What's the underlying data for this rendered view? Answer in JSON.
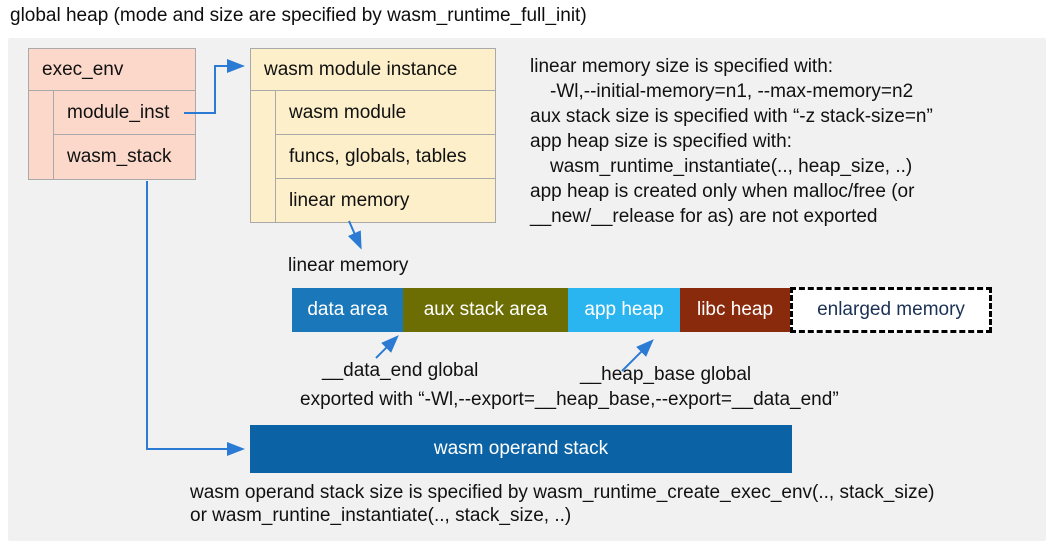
{
  "title": "global heap (mode and size are specified by wasm_runtime_full_init)",
  "colors": {
    "canvas_bg": "#f1f1f1",
    "exec_env_fill": "#fbd8ca",
    "module_instance_fill": "#fcefc9",
    "arrow_blue": "#2b7bd4",
    "data_area": "#1a78ba",
    "aux_stack_area": "#6c6e04",
    "app_heap": "#2bb5f0",
    "libc_heap": "#8a2a0c",
    "enlarged_memory_bg": "#ffffff",
    "enlarged_memory_text": "#1b3156",
    "operand_stack": "#0b63a5"
  },
  "exec_env": {
    "title": "exec_env",
    "fields": [
      "module_inst",
      "wasm_stack"
    ]
  },
  "module_instance": {
    "title": "wasm module instance",
    "fields": [
      "wasm module",
      "funcs, globals, tables",
      "linear memory"
    ]
  },
  "notes_right": [
    "linear memory size is specified with:",
    "-Wl,--initial-memory=n1, --max-memory=n2",
    "aux stack size is specified with “-z stack-size=n”",
    "app heap size is specified with:",
    "wasm_runtime_instantiate(.., heap_size, ..)",
    "app heap is created only when malloc/free (or",
    "__new/__release for as) are not exported"
  ],
  "linear_memory": {
    "label": "linear memory",
    "segments": [
      {
        "label": "data area"
      },
      {
        "label": "aux stack area"
      },
      {
        "label": "app heap"
      },
      {
        "label": "libc heap"
      },
      {
        "label": "enlarged memory"
      }
    ]
  },
  "annotations": {
    "data_end": "__data_end global",
    "heap_base": "__heap_base global",
    "exported": "exported with “-Wl,--export=__heap_base,--export=__data_end”"
  },
  "operand_stack": {
    "label": "wasm operand stack",
    "note_line1": "wasm operand stack size is specified by wasm_runtime_create_exec_env(.., stack_size)",
    "note_line2": "or wasm_runtine_instantiate(.., stack_size, ..)"
  }
}
